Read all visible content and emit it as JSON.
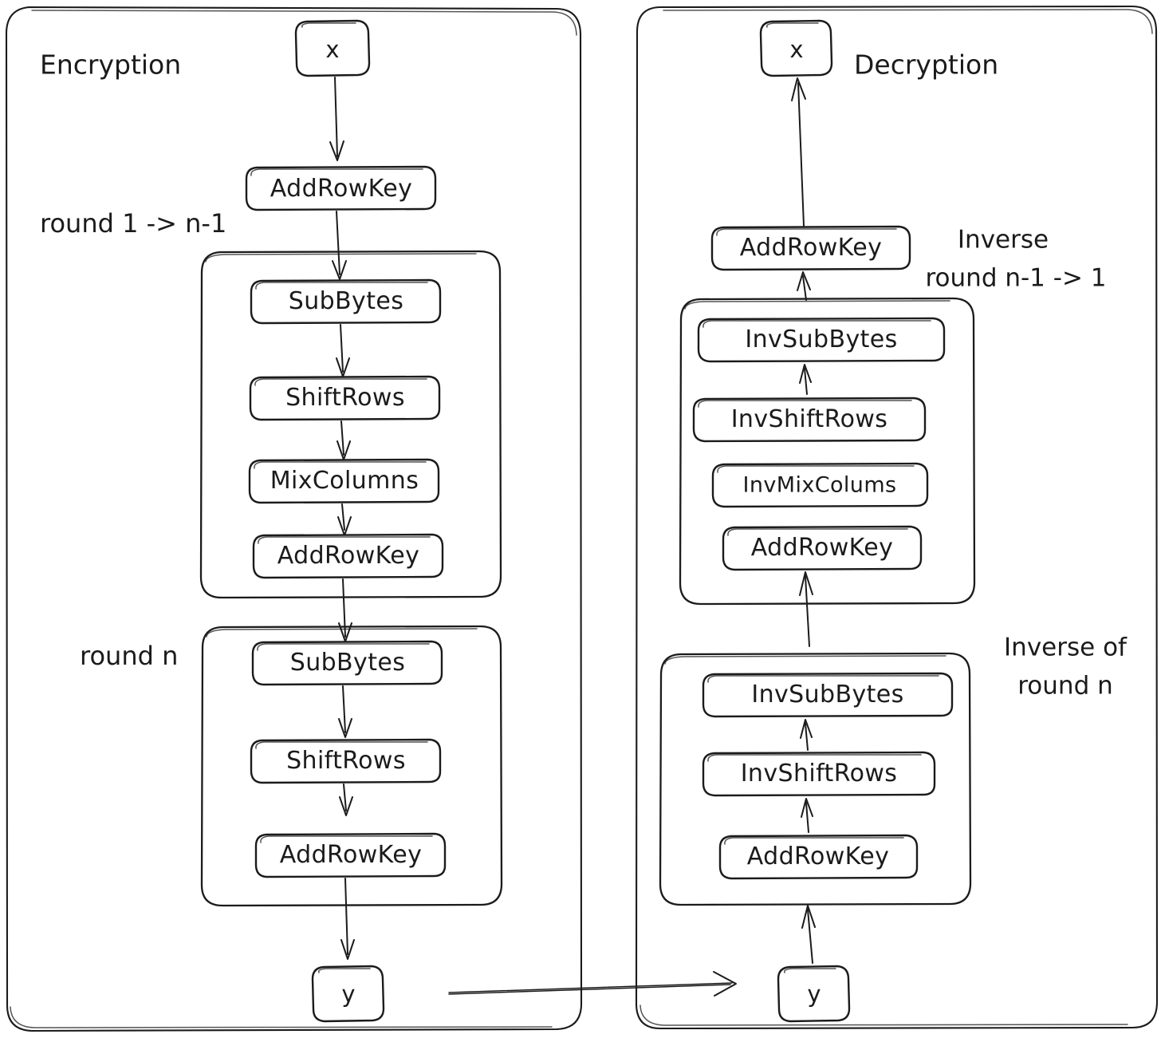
{
  "diagram": {
    "title": "AES Encryption and Decryption Flow",
    "style": "hand-drawn sketch",
    "stroke_color": "#1b1b1b",
    "background_color": "#ffffff"
  },
  "panels": [
    {
      "id": "encryption",
      "title": "Encryption",
      "annotations": [
        {
          "id": "round-1-n-1",
          "text": "round 1 -> n-1"
        },
        {
          "id": "round-n",
          "text": "round n"
        }
      ],
      "input_node": {
        "id": "enc-input",
        "label": "x"
      },
      "output_node": {
        "id": "enc-output",
        "label": "y"
      },
      "pre_round_step": {
        "id": "enc-pre-addrowkey",
        "label": "AddRowKey"
      },
      "groups": [
        {
          "id": "enc-main-rounds",
          "annotation": "round 1 -> n-1",
          "steps": [
            {
              "id": "enc-subbytes-1",
              "label": "SubBytes"
            },
            {
              "id": "enc-shiftrows-1",
              "label": "ShiftRows"
            },
            {
              "id": "enc-mixcolumns-1",
              "label": "MixColumns"
            },
            {
              "id": "enc-addrowkey-1",
              "label": "AddRowKey"
            }
          ]
        },
        {
          "id": "enc-final-round",
          "annotation": "round n",
          "steps": [
            {
              "id": "enc-subbytes-2",
              "label": "SubBytes"
            },
            {
              "id": "enc-shiftrows-2",
              "label": "ShiftRows"
            },
            {
              "id": "enc-addrowkey-2",
              "label": "AddRowKey"
            }
          ]
        }
      ]
    },
    {
      "id": "decryption",
      "title": "Decryption",
      "annotations": [
        {
          "id": "inverse-round-n-1-1",
          "text": "Inverse\nround n-1 -> 1"
        },
        {
          "id": "inverse-of-round-n",
          "text": "Inverse of\nround n"
        }
      ],
      "input_node": {
        "id": "dec-input",
        "label": "y"
      },
      "output_node": {
        "id": "dec-output",
        "label": "x"
      },
      "post_round_step": {
        "id": "dec-post-addrowkey",
        "label": "AddRowKey"
      },
      "groups": [
        {
          "id": "dec-main-rounds",
          "annotation": "Inverse round n-1 -> 1",
          "steps": [
            {
              "id": "dec-invsubbytes-1",
              "label": "InvSubBytes"
            },
            {
              "id": "dec-invshiftrows-1",
              "label": "InvShiftRows"
            },
            {
              "id": "dec-invmixcolums-1",
              "label": "InvMixColums"
            },
            {
              "id": "dec-addrowkey-1",
              "label": "AddRowKey"
            }
          ]
        },
        {
          "id": "dec-final-round",
          "annotation": "Inverse of round n",
          "steps": [
            {
              "id": "dec-invsubbytes-2",
              "label": "InvSubBytes"
            },
            {
              "id": "dec-invshiftrows-2",
              "label": "InvShiftRows"
            },
            {
              "id": "dec-addrowkey-2",
              "label": "AddRowKey"
            }
          ]
        }
      ]
    }
  ],
  "cross_link": {
    "id": "ciphertext-transfer",
    "from": "enc-output",
    "to": "dec-input",
    "label": ""
  },
  "labels": {
    "encryption_title": "Encryption",
    "decryption_title": "Decryption",
    "round_1_to_n1": "round 1 -> n-1",
    "round_n": "round n",
    "inverse_round_line1": "Inverse",
    "inverse_round_line2": "round n-1 -> 1",
    "inverse_of_round_line1": "Inverse of",
    "inverse_of_round_line2": "round n",
    "enc_input": "x",
    "enc_output": "y",
    "dec_input": "y",
    "dec_output": "x",
    "enc_pre_addrowkey": "AddRowKey",
    "enc_subbytes_1": "SubBytes",
    "enc_shiftrows_1": "ShiftRows",
    "enc_mixcolumns_1": "MixColumns",
    "enc_addrowkey_1": "AddRowKey",
    "enc_subbytes_2": "SubBytes",
    "enc_shiftrows_2": "ShiftRows",
    "enc_addrowkey_2": "AddRowKey",
    "dec_post_addrowkey": "AddRowKey",
    "dec_invsubbytes_1": "InvSubBytes",
    "dec_invshiftrows_1": "InvShiftRows",
    "dec_invmixcolums_1": "InvMixColums",
    "dec_addrowkey_1": "AddRowKey",
    "dec_invsubbytes_2": "InvSubBytes",
    "dec_invshiftrows_2": "InvShiftRows",
    "dec_addrowkey_2": "AddRowKey"
  }
}
